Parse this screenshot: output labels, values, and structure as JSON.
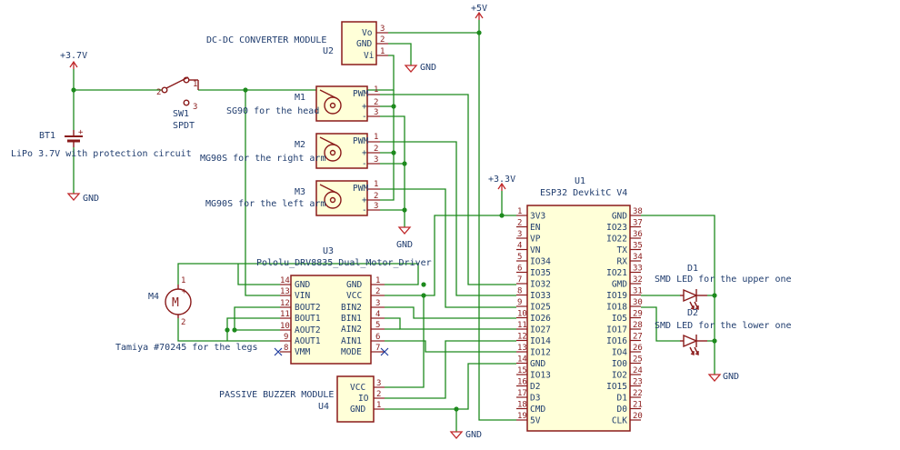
{
  "power": {
    "v5": "+5V",
    "v37": "+3.7V",
    "v33": "+3.3V",
    "gnd": "GND"
  },
  "u2": {
    "title": "DC-DC CONVERTER MODULE",
    "ref": "U2",
    "pins": [
      {
        "name": "Vo",
        "num": "3"
      },
      {
        "name": "GND",
        "num": "2"
      },
      {
        "name": "Vi",
        "num": "1"
      }
    ]
  },
  "bt1": {
    "ref": "BT1",
    "value": "LiPo 3.7V with protection circuit"
  },
  "sw1": {
    "ref": "SW1",
    "value": "SPDT",
    "pins": [
      "2",
      "1",
      "3"
    ]
  },
  "servos": [
    {
      "ref": "M1",
      "value": "SG90 for the head",
      "pins": [
        {
          "name": "PWM",
          "num": "1"
        },
        {
          "name": "+",
          "num": "2"
        },
        {
          "name": "-",
          "num": "3"
        }
      ]
    },
    {
      "ref": "M2",
      "value": "MG90S for the right arm",
      "pins": [
        {
          "name": "PWM",
          "num": "1"
        },
        {
          "name": "+",
          "num": "2"
        },
        {
          "name": "-",
          "num": "3"
        }
      ]
    },
    {
      "ref": "M3",
      "value": "MG90S for the left arm",
      "pins": [
        {
          "name": "PWM",
          "num": "1"
        },
        {
          "name": "+",
          "num": "2"
        },
        {
          "name": "-",
          "num": "3"
        }
      ]
    }
  ],
  "u3": {
    "ref": "U3",
    "value": "Pololu_DRV8835_Dual_Motor_Driver",
    "left_pins": [
      {
        "name": "GND",
        "num": "14"
      },
      {
        "name": "VIN",
        "num": "13"
      },
      {
        "name": "BOUT2",
        "num": "12"
      },
      {
        "name": "BOUT1",
        "num": "11"
      },
      {
        "name": "AOUT2",
        "num": "10"
      },
      {
        "name": "AOUT1",
        "num": "9"
      },
      {
        "name": "VMM",
        "num": "8"
      }
    ],
    "right_pins": [
      {
        "name": "GND",
        "num": "1"
      },
      {
        "name": "VCC",
        "num": "2"
      },
      {
        "name": "BIN2",
        "num": "3"
      },
      {
        "name": "BIN1",
        "num": "4"
      },
      {
        "name": "AIN2",
        "num": "5"
      },
      {
        "name": "AIN1",
        "num": "6"
      },
      {
        "name": "MODE",
        "num": "7"
      }
    ]
  },
  "m4": {
    "ref": "M4",
    "value": "Tamiya #70245 for the legs",
    "symbol": "M",
    "pins": [
      "1",
      "2"
    ]
  },
  "u4": {
    "title": "PASSIVE BUZZER MODULE",
    "ref": "U4",
    "pins": [
      {
        "name": "VCC",
        "num": "3"
      },
      {
        "name": "IO",
        "num": "2"
      },
      {
        "name": "GND",
        "num": "1"
      }
    ]
  },
  "u1": {
    "ref": "U1",
    "value": "ESP32 DevkitC V4",
    "left_pins": [
      {
        "name": "3V3",
        "num": "1"
      },
      {
        "name": "EN",
        "num": "2"
      },
      {
        "name": "VP",
        "num": "3"
      },
      {
        "name": "VN",
        "num": "4"
      },
      {
        "name": "IO34",
        "num": "5"
      },
      {
        "name": "IO35",
        "num": "6"
      },
      {
        "name": "IO32",
        "num": "7"
      },
      {
        "name": "IO33",
        "num": "8"
      },
      {
        "name": "IO25",
        "num": "9"
      },
      {
        "name": "IO26",
        "num": "10"
      },
      {
        "name": "IO27",
        "num": "11"
      },
      {
        "name": "IO14",
        "num": "12"
      },
      {
        "name": "IO12",
        "num": "13"
      },
      {
        "name": "GND",
        "num": "14"
      },
      {
        "name": "IO13",
        "num": "15"
      },
      {
        "name": "D2",
        "num": "16"
      },
      {
        "name": "D3",
        "num": "17"
      },
      {
        "name": "CMD",
        "num": "18"
      },
      {
        "name": "5V",
        "num": "19"
      }
    ],
    "right_pins": [
      {
        "name": "GND",
        "num": "38"
      },
      {
        "name": "IO23",
        "num": "37"
      },
      {
        "name": "IO22",
        "num": "36"
      },
      {
        "name": "TX",
        "num": "35"
      },
      {
        "name": "RX",
        "num": "34"
      },
      {
        "name": "IO21",
        "num": "33"
      },
      {
        "name": "GMD",
        "num": "32"
      },
      {
        "name": "IO19",
        "num": "31"
      },
      {
        "name": "IO18",
        "num": "30"
      },
      {
        "name": "IO5",
        "num": "29"
      },
      {
        "name": "IO17",
        "num": "28"
      },
      {
        "name": "IO16",
        "num": "27"
      },
      {
        "name": "IO4",
        "num": "26"
      },
      {
        "name": "IO0",
        "num": "25"
      },
      {
        "name": "IO2",
        "num": "24"
      },
      {
        "name": "IO15",
        "num": "23"
      },
      {
        "name": "D1",
        "num": "22"
      },
      {
        "name": "D0",
        "num": "21"
      },
      {
        "name": "CLK",
        "num": "20"
      }
    ]
  },
  "d1": {
    "ref": "D1",
    "value": "SMD LED for the upper one"
  },
  "d2": {
    "ref": "D2",
    "value": "SMD LED for the lower one"
  }
}
